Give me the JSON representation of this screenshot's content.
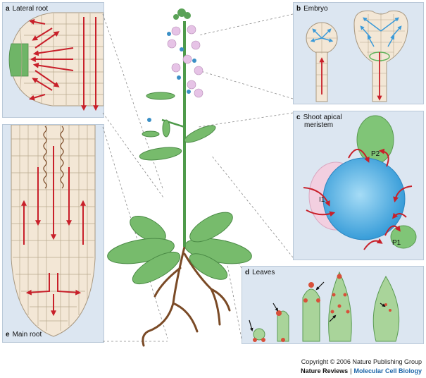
{
  "panels": {
    "a": {
      "letter": "a",
      "title": "Lateral root"
    },
    "b": {
      "letter": "b",
      "title": "Embryo"
    },
    "c": {
      "letter": "c",
      "title": "Shoot apical meristem",
      "title_line1": "Shoot apical",
      "title_line2": "meristem",
      "labels": {
        "p2": "P2",
        "i1": "I1",
        "p1": "P1"
      }
    },
    "d": {
      "letter": "d",
      "title": "Leaves"
    },
    "e": {
      "letter": "e",
      "title": "Main root"
    }
  },
  "footer": {
    "copyright": "Copyright © 2006 Nature Publishing Group",
    "journal": "Nature Reviews",
    "separator": "|",
    "subjournal": "Molecular Cell Biology"
  },
  "colors": {
    "panel_bg": "#dce6f1",
    "tissue": "#f3e7d6",
    "cell_line": "#a89880",
    "arrow_red": "#c8202a",
    "leaf_green": "#74bb6a",
    "meristem_blue": "#3aa6e0",
    "stem_green": "#4e9a4a",
    "root_brown": "#7a4a26",
    "flower_pink": "#e6c3e6",
    "flower_blue": "#3a8fc6"
  }
}
